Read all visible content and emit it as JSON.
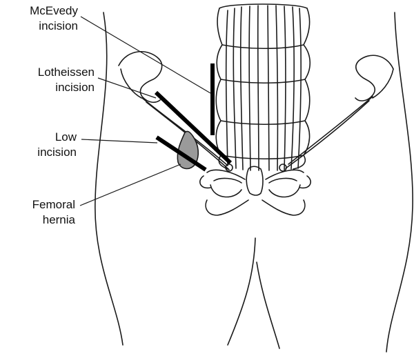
{
  "labels": {
    "mcevedy": {
      "line1": "McEvedy",
      "line2": "incision"
    },
    "lotheissen": {
      "line1": "Lotheissen",
      "line2": "incision"
    },
    "low": {
      "line1": "Low",
      "line2": "incision"
    },
    "femoral": {
      "line1": "Femoral",
      "line2": "hernia"
    }
  },
  "colors": {
    "stroke": "#1a1a1a",
    "incision": "#000000",
    "hernia_fill": "#9a9a9a"
  }
}
